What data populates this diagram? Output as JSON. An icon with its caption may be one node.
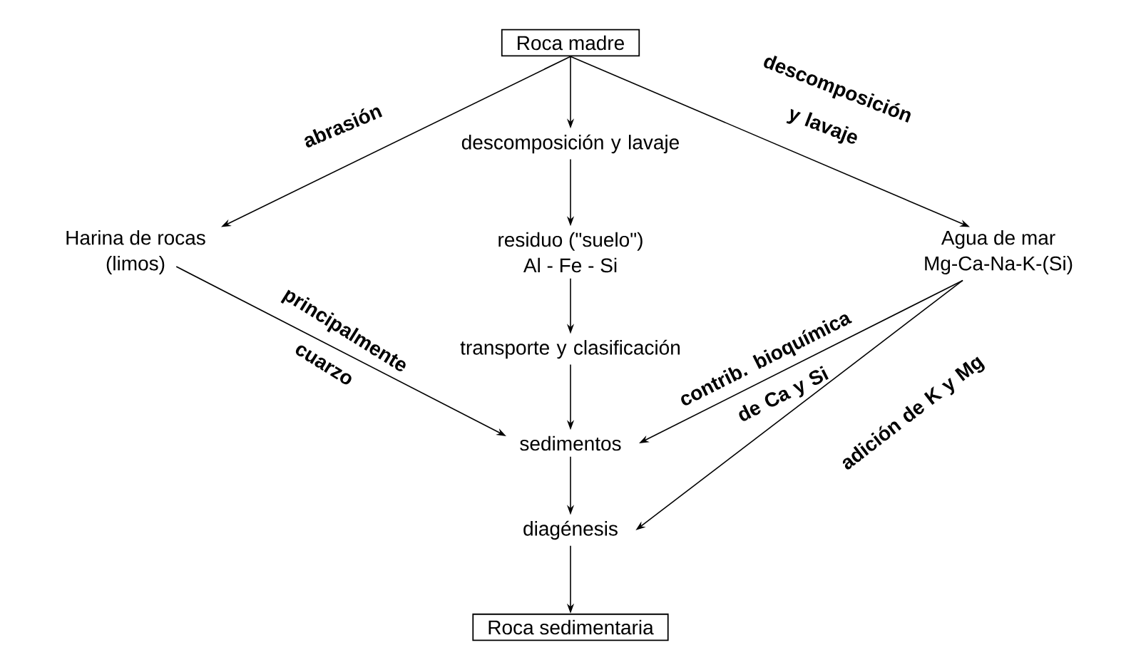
{
  "diagram": {
    "nodes": [
      {
        "text": [
          "Roca madre"
        ]
      },
      {
        "text": [
          "descomposición y lavaje"
        ]
      },
      {
        "text": [
          "Harina de rocas",
          "(limos)"
        ]
      },
      {
        "text": [
          "residuo (\"suelo\")",
          "Al - Fe - Si"
        ]
      },
      {
        "text": [
          "Agua de mar",
          "Mg-Ca-Na-K-(Si)"
        ]
      },
      {
        "text": [
          "transporte y clasificación"
        ]
      },
      {
        "text": [
          "sedimentos"
        ]
      },
      {
        "text": [
          "diagénesis"
        ]
      },
      {
        "text": [
          "Roca sedimentaria"
        ]
      }
    ],
    "edges": [
      {
        "from": 0,
        "to": 1,
        "arrow": "to"
      },
      {
        "from": 0,
        "to": 2,
        "arrow": "to",
        "label": "abrasión"
      },
      {
        "from": 0,
        "to": 4,
        "arrow": "to",
        "label": "descomposición y lavaje"
      },
      {
        "from": 1,
        "to": 3,
        "arrow": "to"
      },
      {
        "from": 3,
        "to": 5,
        "arrow": "to"
      },
      {
        "from": 2,
        "to": 6,
        "arrow": "to",
        "label": "principalmente cuarzo"
      },
      {
        "from": 5,
        "to": 6,
        "arrow": "to"
      },
      {
        "from": 4,
        "to": 6,
        "arrow": "to",
        "label": "contrib. bioquímica de Ca y Si"
      },
      {
        "from": 4,
        "to": 7,
        "arrow": "to",
        "label": "adición de K y Mg"
      },
      {
        "from": 6,
        "to": 7,
        "arrow": "to"
      },
      {
        "from": 7,
        "to": 8,
        "arrow": "to"
      }
    ]
  }
}
